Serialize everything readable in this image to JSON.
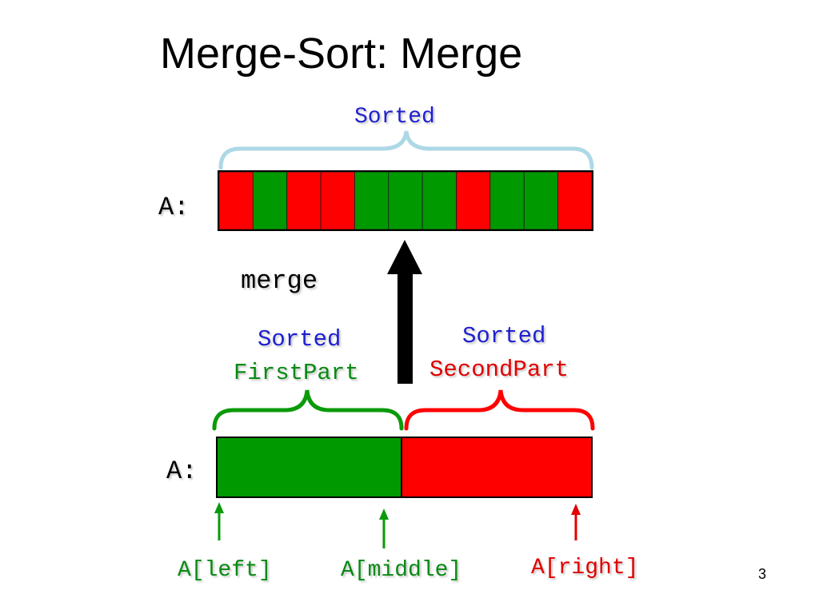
{
  "slide": {
    "title": "Merge-Sort: Merge",
    "page_number": "3"
  },
  "labels": {
    "top_sorted": "Sorted",
    "array_top": "A:",
    "array_bottom": "A:",
    "merge": "merge",
    "first_sorted": "Sorted",
    "first_part": "FirstPart",
    "second_sorted": "Sorted",
    "second_part": "SecondPart",
    "left_pointer": "A[left]",
    "middle_pointer": "A[middle]",
    "right_pointer": "A[right]"
  },
  "colors": {
    "red": "#ff0000",
    "green": "#009900",
    "light_blue_brace": "#add8e6",
    "green_brace": "#0a9a0a",
    "red_brace": "#ff0000",
    "arrow": "#000000",
    "label_blue": "#1f1fd0",
    "label_green": "#0a8a14",
    "label_red": "#e00000"
  },
  "top_array": {
    "cells": [
      "red",
      "green",
      "red",
      "red",
      "green",
      "green",
      "green",
      "red",
      "green",
      "green",
      "red"
    ]
  },
  "bottom_array": {
    "first_part_color": "green",
    "second_part_color": "red"
  }
}
